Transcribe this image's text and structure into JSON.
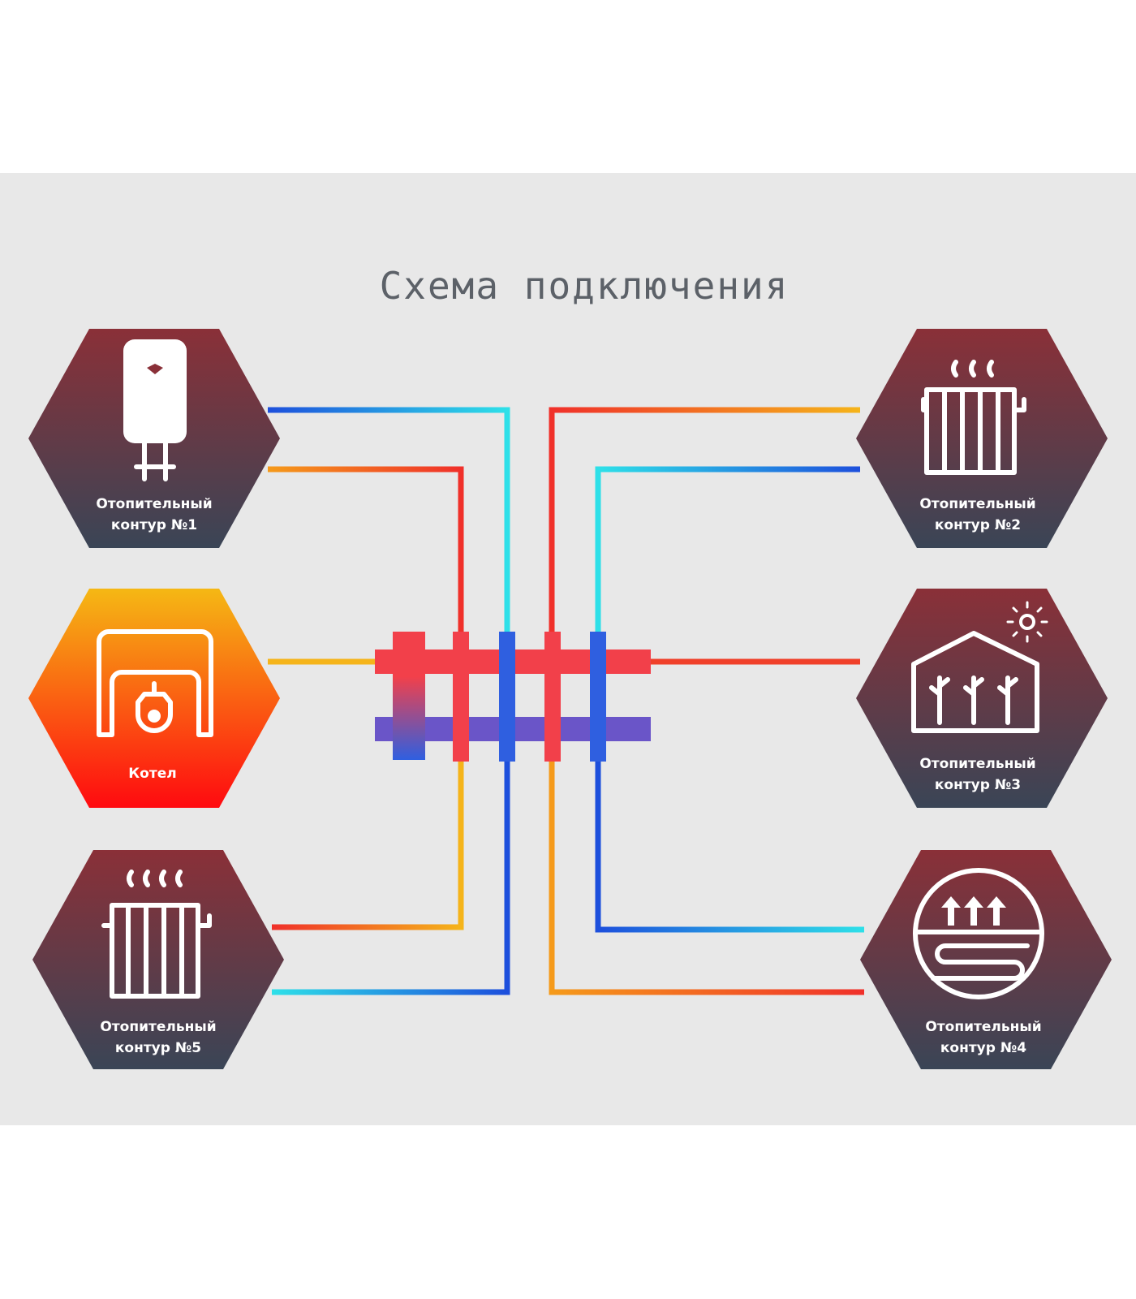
{
  "title": "Схема подключения",
  "nodes": {
    "circuit1": {
      "line1": "Отопительный",
      "line2": "контур №1",
      "icon": "water-heater-icon"
    },
    "boiler": {
      "line1": "Котел",
      "icon": "boiler-icon"
    },
    "circuit5": {
      "line1": "Отопительный",
      "line2": "контур №5",
      "icon": "radiator-icon"
    },
    "circuit2": {
      "line1": "Отопительный",
      "line2": "контур №2",
      "icon": "radiator-icon"
    },
    "circuit3": {
      "line1": "Отопительный",
      "line2": "контур №3",
      "icon": "greenhouse-icon"
    },
    "circuit4": {
      "line1": "Отопительный",
      "line2": "контур №4",
      "icon": "underfloor-heating-icon"
    }
  },
  "colors": {
    "hot": "#ff3b2f",
    "cold": "#1f55e0",
    "hex_top": "#8a3038",
    "hex_bottom": "#3a4556",
    "boiler_top": "#f5b814",
    "boiler_bottom": "#ff1010"
  }
}
